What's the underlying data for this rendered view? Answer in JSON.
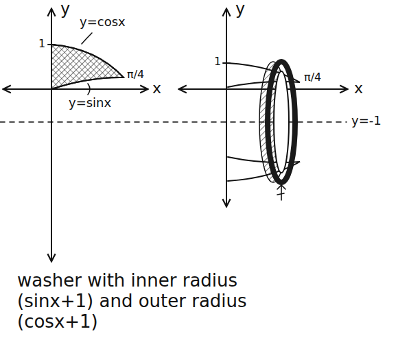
{
  "diagram": {
    "labels": [
      "y",
      "y",
      "y=cosx",
      "1",
      "1",
      "π/4",
      "π/4",
      "x",
      "x",
      "y=sinx",
      "y=-1",
      "washer with inner radius (sinx+1) and outer radius (cosx+1)"
    ]
  }
}
